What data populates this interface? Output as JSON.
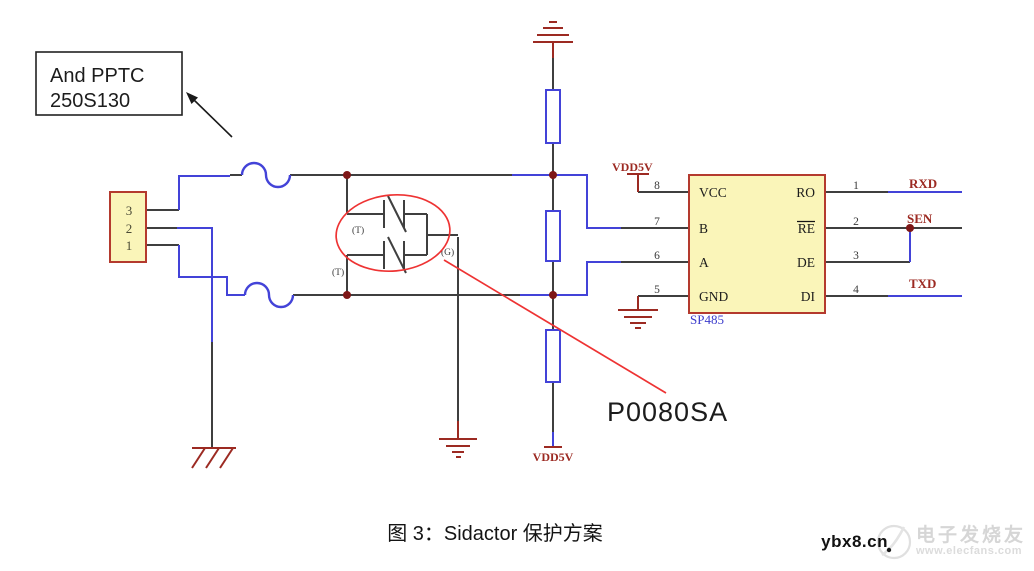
{
  "annotation": {
    "line1": "And PPTC",
    "line2": "250S130"
  },
  "connector": {
    "pins": [
      "3",
      "2",
      "1"
    ]
  },
  "sidactor": {
    "terminal_top": "(T)",
    "terminal_bottom": "(T)",
    "gate": "(G)",
    "part": "P0080SA"
  },
  "chip": {
    "name": "SP485",
    "left_pins": [
      {
        "number": "8",
        "label": "VCC"
      },
      {
        "number": "7",
        "label": "B"
      },
      {
        "number": "6",
        "label": "A"
      },
      {
        "number": "5",
        "label": "GND"
      }
    ],
    "right_pins": [
      {
        "number": "1",
        "label": "RO"
      },
      {
        "number": "2",
        "label": "RE"
      },
      {
        "number": "3",
        "label": "DE"
      },
      {
        "number": "4",
        "label": "DI"
      }
    ]
  },
  "power": {
    "vdd5v_chip": "VDD5V",
    "vdd5v_bottom": "VDD5V"
  },
  "nets": {
    "rxd": "RXD",
    "sen": "SEN",
    "txd": "TXD"
  },
  "caption": "图 3：Sidactor 保护方案",
  "watermark": {
    "site": "ybx8.cn",
    "brand": "电子发烧友",
    "url": "www.elecfans.com"
  },
  "colors": {
    "wire": "#3f3f3f",
    "net-blue": "#4343d8",
    "symbol-red": "#9c2a22",
    "border-red": "#b43a2e",
    "junction-red": "#7e1717",
    "component-fill": "#faf5b9",
    "annotation-red": "#ee3333",
    "text-black": "#1c1c1c",
    "watermark-gray": "#d6d6d6"
  }
}
